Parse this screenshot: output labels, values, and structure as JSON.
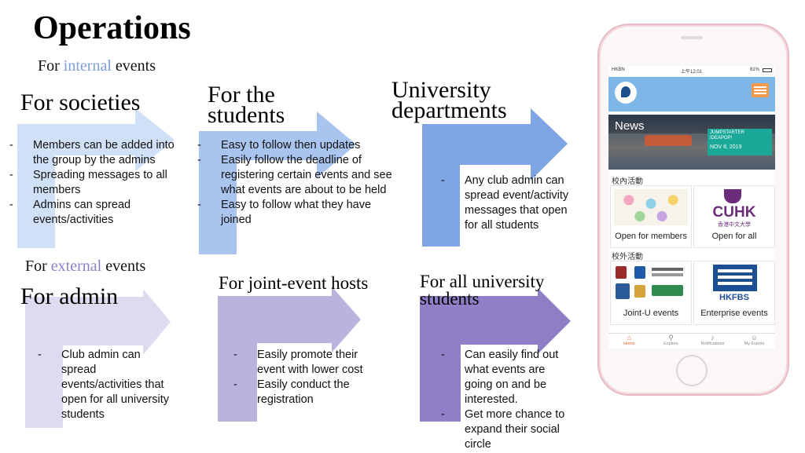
{
  "title": "Operations",
  "internal_label": {
    "prefix": "For ",
    "highlight": "internal",
    "suffix": " events"
  },
  "external_label": {
    "prefix": "For ",
    "highlight": "external",
    "suffix": " events"
  },
  "colors": {
    "arrow_light_blue": "#cfe0f7",
    "arrow_mid_blue": "#aac4f0",
    "arrow_blue": "#7fa4e4",
    "arrow_light_purple": "#dddbef",
    "arrow_mid_purple": "#b9b3de",
    "arrow_purple": "#8f7fc7",
    "internal_highlight": "#7ea0d8",
    "external_highlight": "#8d83c4"
  },
  "panels": [
    {
      "heading": "For societies",
      "bullets": [
        "Members can be added into the group by the admins",
        "Spreading messages to all members",
        "Admins can spread events/activities"
      ]
    },
    {
      "heading": "For the students",
      "bullets": [
        "Easy to follow then updates",
        "Easily follow the deadline of registering certain events and see what events are about to be held",
        "Easy to follow what they have joined"
      ]
    },
    {
      "heading": "University departments",
      "bullets": [
        "Any club admin can spread event/activity messages that open for all students"
      ]
    },
    {
      "heading": "For admin",
      "bullets": [
        "Club admin can spread events/activities that open for all university students"
      ]
    },
    {
      "heading": "For joint-event hosts",
      "bullets": [
        "Easily promote their event with lower cost",
        "Easily conduct the registration"
      ]
    },
    {
      "heading": "For all university students",
      "bullets": [
        "Can easily find out what events are going on and be interested.",
        "Get more chance  to expand their social circle"
      ]
    }
  ],
  "phone": {
    "status": {
      "carrier": "HKBN",
      "time": "上午12:01",
      "battery": "81%"
    },
    "news_label": "News",
    "promo_line1": "JUMPSTARTER",
    "promo_line2": "IDEAPOP!",
    "promo_date": "NOV 8, 2019",
    "section_internal": "校內活動",
    "section_external": "校外活動",
    "tile_members": "Open for members",
    "tile_all": "Open for all",
    "tile_joint": "Joint-U events",
    "tile_enterprise": "Enterprise events",
    "cuhk_text": "CUHK",
    "cuhk_chinese": "香港中文大學",
    "hkfbs_text": "HKFBS",
    "tabs": [
      {
        "label": "Home",
        "icon": "home-icon"
      },
      {
        "label": "Explore",
        "icon": "search-icon"
      },
      {
        "label": "Notifications",
        "icon": "bell-icon"
      },
      {
        "label": "My Events",
        "icon": "user-icon"
      }
    ]
  }
}
